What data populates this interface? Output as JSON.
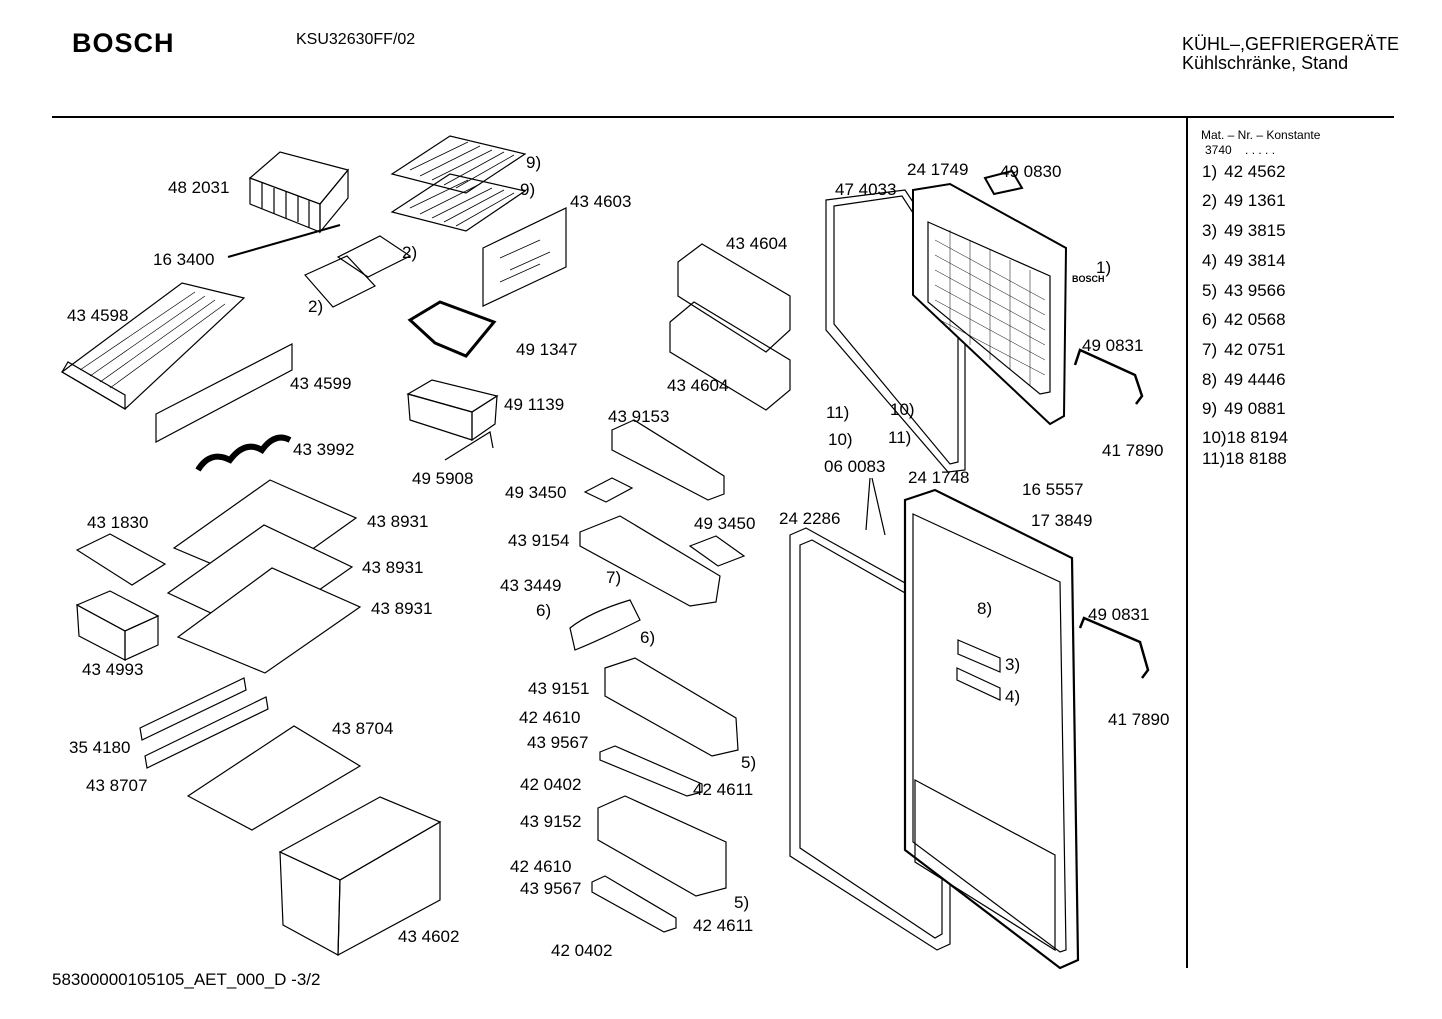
{
  "header": {
    "brand": "BOSCH",
    "model": "KSU32630FF/02",
    "category_line1": "KÜHL–,GEFRIERGERÄTE",
    "category_line2": "Kühlschränke, Stand"
  },
  "sidebar": {
    "title": "Mat. – Nr. – Konstante",
    "constant": "3740",
    "dots": ". . . . .",
    "items": [
      {
        "key": "1)",
        "value": "42 4562"
      },
      {
        "key": "2)",
        "value": "49 1361"
      },
      {
        "key": "3)",
        "value": "49 3815"
      },
      {
        "key": "4)",
        "value": "49 3814"
      },
      {
        "key": "5)",
        "value": "43 9566"
      },
      {
        "key": "6)",
        "value": "42 0568"
      },
      {
        "key": "7)",
        "value": "42 0751"
      },
      {
        "key": "8)",
        "value": "49 4446"
      },
      {
        "key": "9)",
        "value": "49 0881"
      },
      {
        "key": "10)",
        "value": "18 8194"
      },
      {
        "key": "11)",
        "value": "18 8188"
      }
    ]
  },
  "parts": [
    "48 2031",
    "16 3400",
    "9)",
    "9)",
    "43 4603",
    "2)",
    "2)",
    "43 4598",
    "49 1347",
    "43 4599",
    "49 1139",
    "43 3992",
    "49 5908",
    "43 4604",
    "43 4604",
    "47 4033",
    "24 1749",
    "49 0830",
    "1)",
    "BOSCH",
    "49 0831",
    "11)",
    "10)",
    "10)",
    "11)",
    "41 7890",
    "43 9153",
    "49 3450",
    "06 0083",
    "24 1748",
    "16 5557",
    "17 3849",
    "43 1830",
    "43 8931",
    "43 9154",
    "49 3450",
    "24 2286",
    "43 8931",
    "43 3449",
    "7)",
    "6)",
    "6)",
    "43 8931",
    "8)",
    "49 0831",
    "43 4993",
    "43 9151",
    "3)",
    "4)",
    "41 7890",
    "42 4610",
    "43 8704",
    "35 4180",
    "43 9567",
    "5)",
    "43 8707",
    "42 0402",
    "42 4611",
    "43 9152",
    "42 4610",
    "5)",
    "43 9567",
    "42 4611",
    "43 4602",
    "42 0402"
  ],
  "footer": {
    "doc_id": "58300000105105_AET_000_D -3/2"
  }
}
